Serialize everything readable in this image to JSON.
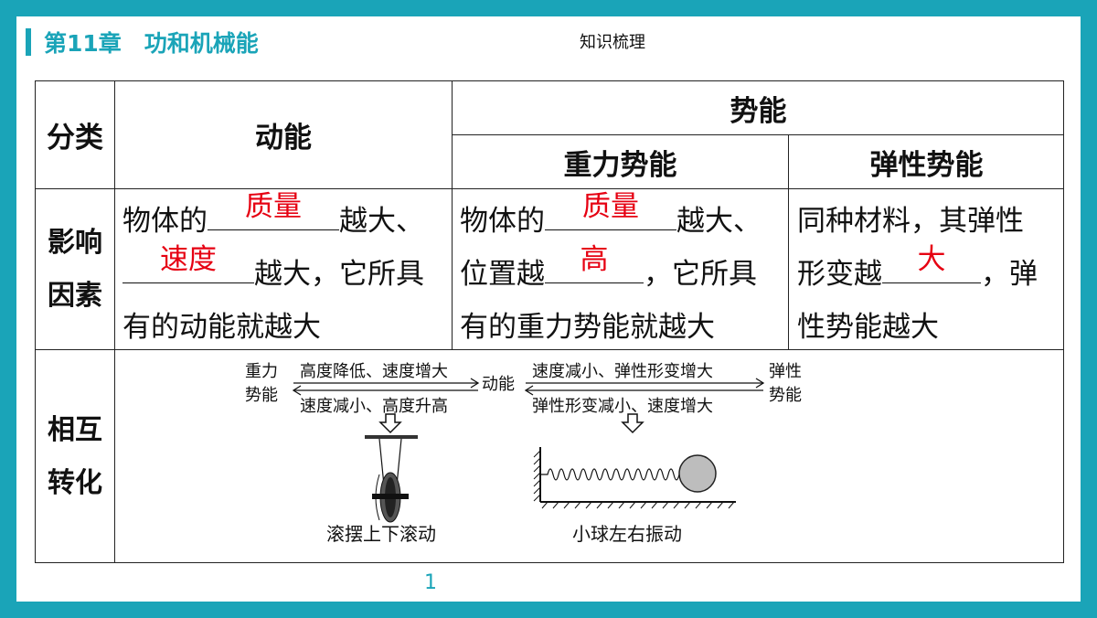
{
  "header": {
    "chapter": "第11章　功和机械能",
    "section": "知识梳理",
    "page_number": "1"
  },
  "table": {
    "col_classify": "分类",
    "kinetic": "动能",
    "potential": "势能",
    "gravitational": "重力势能",
    "elastic": "弹性势能",
    "row_factors": [
      "影响",
      "因素"
    ],
    "row_conversion": [
      "相互",
      "转化"
    ]
  },
  "factors": {
    "kinetic": {
      "l1_pre": "物体的",
      "l1_ans": "质量",
      "l1_post": "越大、",
      "l2_ans": "速度",
      "l2_post": "越大，它所具",
      "l3": "有的动能就越大"
    },
    "gravitational": {
      "l1_pre": "物体的",
      "l1_ans": "质量",
      "l1_post": "越大、",
      "l2_pre": "位置越",
      "l2_ans": "高",
      "l2_post": "，它所具",
      "l3": "有的重力势能就越大"
    },
    "elastic": {
      "l1": "同种材料，其弹性",
      "l2_pre": "形变越",
      "l2_ans": "大",
      "l2_post": "，弹",
      "l3": "性势能越大"
    }
  },
  "conversion": {
    "gravity_pe": [
      "重力",
      "势能"
    ],
    "ke": "动能",
    "elastic_pe": [
      "弹性",
      "势能"
    ],
    "left_top": "高度降低、速度增大",
    "left_bottom": "速度减小、高度升高",
    "right_top": "速度减小、弹性形变增大",
    "right_bottom": "弹性形变减小、速度增大",
    "caption_left": "滚摆上下滚动",
    "caption_right": "小球左右振动"
  },
  "colors": {
    "accent": "#1aa4b8",
    "answer": "#e60012"
  }
}
